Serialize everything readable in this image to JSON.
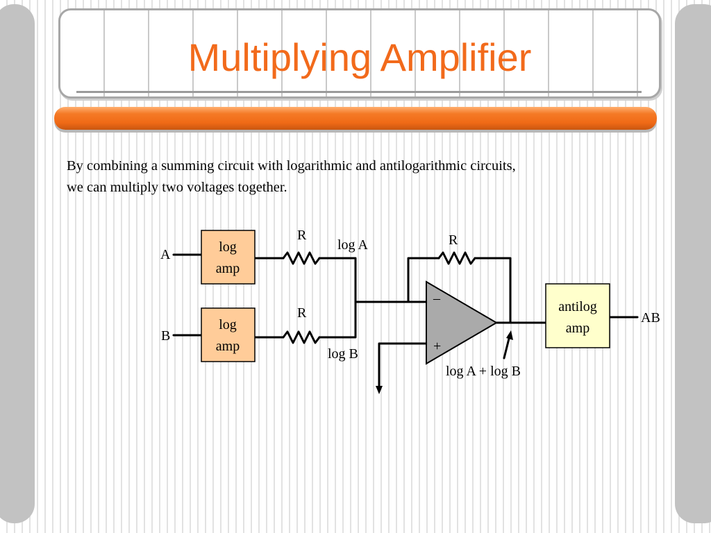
{
  "slide": {
    "title": "Multiplying Amplifier",
    "intro_line1": "By combining a summing circuit with logarithmic and antilogarithmic circuits,",
    "intro_line2": "we can multiply two voltages together."
  },
  "diagram": {
    "input_a": "A",
    "input_b": "B",
    "log_amp_top_line1": "log",
    "log_amp_top_line2": "amp",
    "log_amp_bottom_line1": "log",
    "log_amp_bottom_line2": "amp",
    "resistor_top": "R",
    "resistor_bottom": "R",
    "resistor_feedback": "R",
    "log_a": "log A",
    "log_b": "log B",
    "minus_sign": "–",
    "plus_sign": "+",
    "sum_label": "log A + log B",
    "antilog_line1": "antilog",
    "antilog_line2": "amp",
    "output": "AB"
  },
  "colors": {
    "title": "#f26a1b",
    "orange_bar": "#f06a16",
    "log_amp_fill": "#ffcc99",
    "antilog_fill": "#ffffcc",
    "opamp_fill": "#aaaaaa"
  }
}
